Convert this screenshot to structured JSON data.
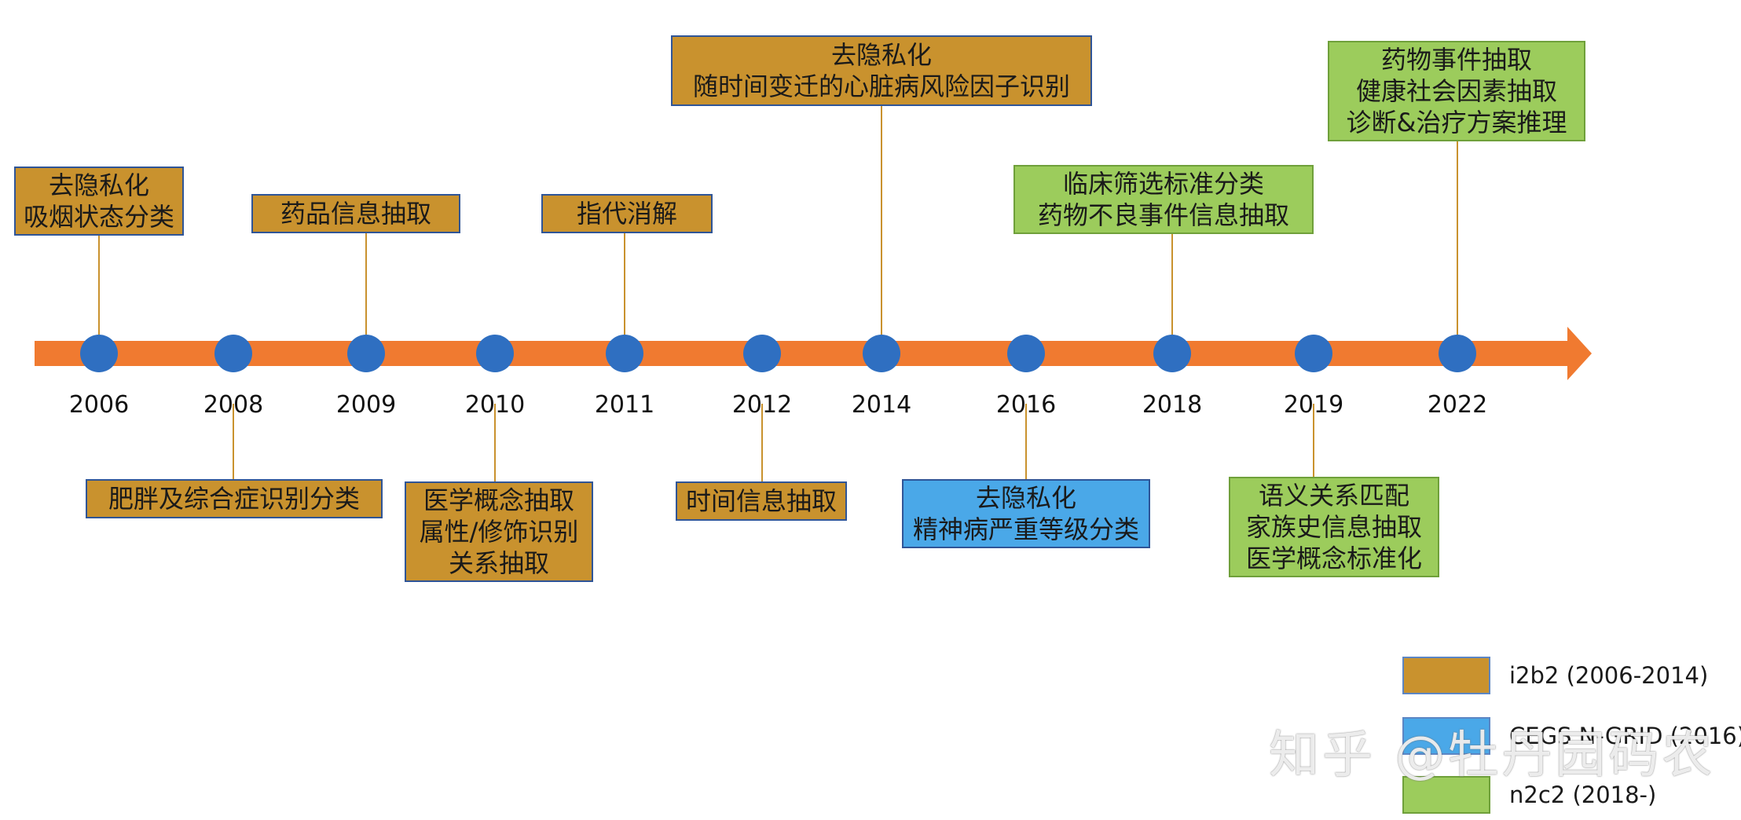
{
  "colors": {
    "arrow": "#f07a30",
    "node": "#2f6fc1",
    "connector": "#c9922e",
    "i2b2": "#c9922e",
    "cegs": "#4aa8e8",
    "n2c2": "#9ccc5c"
  },
  "timeline": {
    "years": [
      "2006",
      "2008",
      "2009",
      "2010",
      "2011",
      "2012",
      "2014",
      "2016",
      "2018",
      "2019",
      "2022"
    ],
    "events": [
      {
        "year": "2006",
        "position": "above",
        "series": "i2b2",
        "lines": [
          "去隐私化",
          "吸烟状态分类"
        ]
      },
      {
        "year": "2008",
        "position": "below",
        "series": "i2b2",
        "lines": [
          "肥胖及综合症识别分类"
        ]
      },
      {
        "year": "2009",
        "position": "above",
        "series": "i2b2",
        "lines": [
          "药品信息抽取"
        ]
      },
      {
        "year": "2010",
        "position": "below",
        "series": "i2b2",
        "lines": [
          "医学概念抽取",
          "属性/修饰识别",
          "关系抽取"
        ]
      },
      {
        "year": "2011",
        "position": "above",
        "series": "i2b2",
        "lines": [
          "指代消解"
        ]
      },
      {
        "year": "2012",
        "position": "below",
        "series": "i2b2",
        "lines": [
          "时间信息抽取"
        ]
      },
      {
        "year": "2014",
        "position": "above",
        "series": "i2b2",
        "lines": [
          "去隐私化",
          "随时间变迁的心脏病风险因子识别"
        ]
      },
      {
        "year": "2016",
        "position": "below",
        "series": "cegs",
        "lines": [
          "去隐私化",
          "精神病严重等级分类"
        ]
      },
      {
        "year": "2018",
        "position": "above",
        "series": "n2c2",
        "lines": [
          "临床筛选标准分类",
          "药物不良事件信息抽取"
        ]
      },
      {
        "year": "2019",
        "position": "below",
        "series": "n2c2",
        "lines": [
          "语义关系匹配",
          "家族史信息抽取",
          "医学概念标准化"
        ]
      },
      {
        "year": "2022",
        "position": "above",
        "series": "n2c2",
        "lines": [
          "药物事件抽取",
          "健康社会因素抽取",
          "诊断&治疗方案推理"
        ]
      }
    ]
  },
  "legend": {
    "items": [
      {
        "key": "i2b2",
        "label": "i2b2 (2006-2014)"
      },
      {
        "key": "cegs",
        "label": "CEGS N-GRID (2016)"
      },
      {
        "key": "n2c2",
        "label": "n2c2 (2018-)"
      }
    ]
  },
  "watermark": {
    "text": "知乎 @牡丹园码农"
  }
}
